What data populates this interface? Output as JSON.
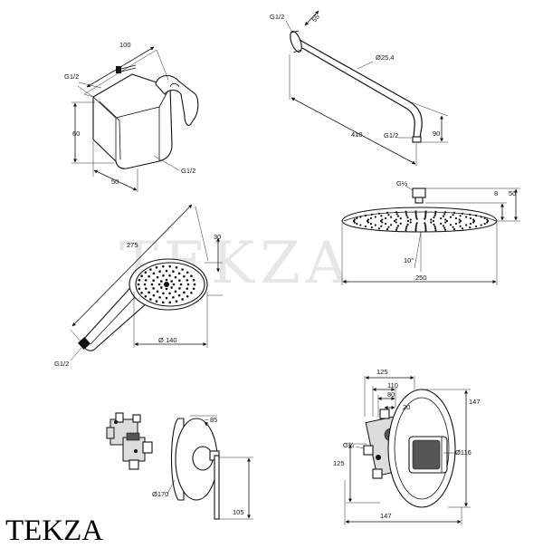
{
  "watermark": "TEKZA",
  "brand": "TEKZA",
  "holder": {
    "width": "100",
    "height": "60",
    "depth": "50",
    "thread_top": "G1/2",
    "thread_bottom": "G1/2"
  },
  "shower_arm": {
    "thread": "G1/2",
    "flange": "55",
    "pipe_diameter": "Ø25,4",
    "length": "410",
    "drop": "90",
    "outlet_thread": "G1/2"
  },
  "overhead_shower": {
    "thread": "G½",
    "height_total": "50",
    "height_connector": "8",
    "angle": "10°",
    "diameter": "250"
  },
  "hand_shower": {
    "length": "275",
    "thickness": "30",
    "diameter": "140",
    "thread": "G1/2"
  },
  "single_mixer": {
    "projection": "85",
    "cover_diameter": "Ø170",
    "lever_length": "105"
  },
  "thermostat": {
    "width": "125",
    "dim_110": "110",
    "dim_80": "80",
    "dim_20": "20",
    "dim_147_v": "147",
    "thread": "G¾",
    "height_125": "125",
    "cover_diameter": "Ø116",
    "width_147": "147"
  }
}
